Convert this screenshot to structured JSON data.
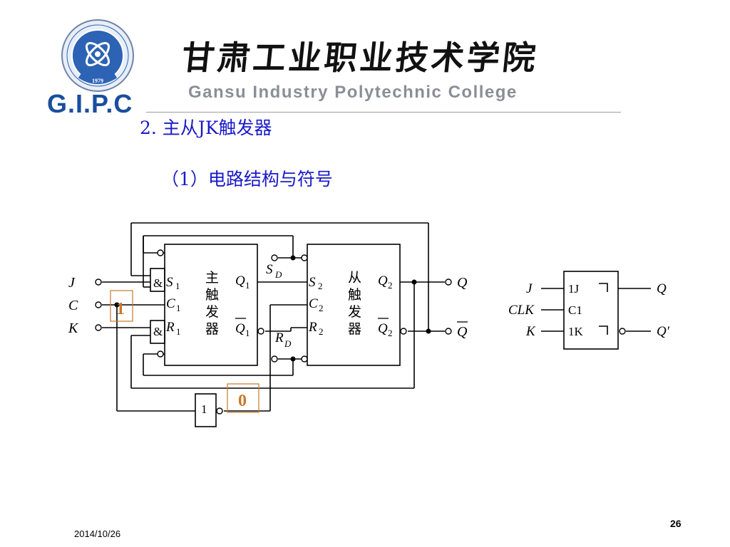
{
  "header": {
    "college_name_cn": "甘肃工业职业技术学院",
    "college_name_en": "Gansu Industry Polytechnic College",
    "abbreviation": "G.I.P.C",
    "emblem_year": "1979",
    "brand_color": "#1a4e9e"
  },
  "content": {
    "section_title": "2. 主从JK触发器",
    "subtitle": "（1）电路结构与符号"
  },
  "circuit": {
    "inputs": {
      "j": "J",
      "c": "C",
      "k": "K"
    },
    "outputs": {
      "q": "Q",
      "q_bar": "Q"
    },
    "and_marks": {
      "top": "&",
      "bottom": "&"
    },
    "master": {
      "label_chars": [
        "主",
        "触",
        "发",
        "器"
      ],
      "pins": {
        "s": "S",
        "s_sub": "1",
        "c": "C",
        "c_sub": "1",
        "r": "R",
        "r_sub": "1",
        "q": "Q",
        "q_sub": "1",
        "qbar": "Q",
        "qbar_sub": "1"
      }
    },
    "slave": {
      "label_chars": [
        "从",
        "触",
        "发",
        "器"
      ],
      "pins": {
        "s": "S",
        "s_sub": "2",
        "c": "C",
        "c_sub": "2",
        "r": "R",
        "r_sub": "2",
        "q": "Q",
        "q_sub": "2",
        "qbar": "Q",
        "qbar_sub": "2"
      }
    },
    "set_direct": {
      "main": "S",
      "sub": "D"
    },
    "reset_direct": {
      "main": "R",
      "sub": "D"
    },
    "inverter_label": "1",
    "clock_marker": "1",
    "inverter_marker": "0",
    "marker_color": "#c8782a"
  },
  "symbol": {
    "inputs": {
      "j": "J",
      "clk": "CLK",
      "k": "K"
    },
    "pins": {
      "j": "1J",
      "c": "C1",
      "k": "1K"
    },
    "outputs": {
      "q": "Q",
      "q_prime": "Q′"
    }
  },
  "footer": {
    "date": "2014/10/26",
    "page_number": "26"
  }
}
